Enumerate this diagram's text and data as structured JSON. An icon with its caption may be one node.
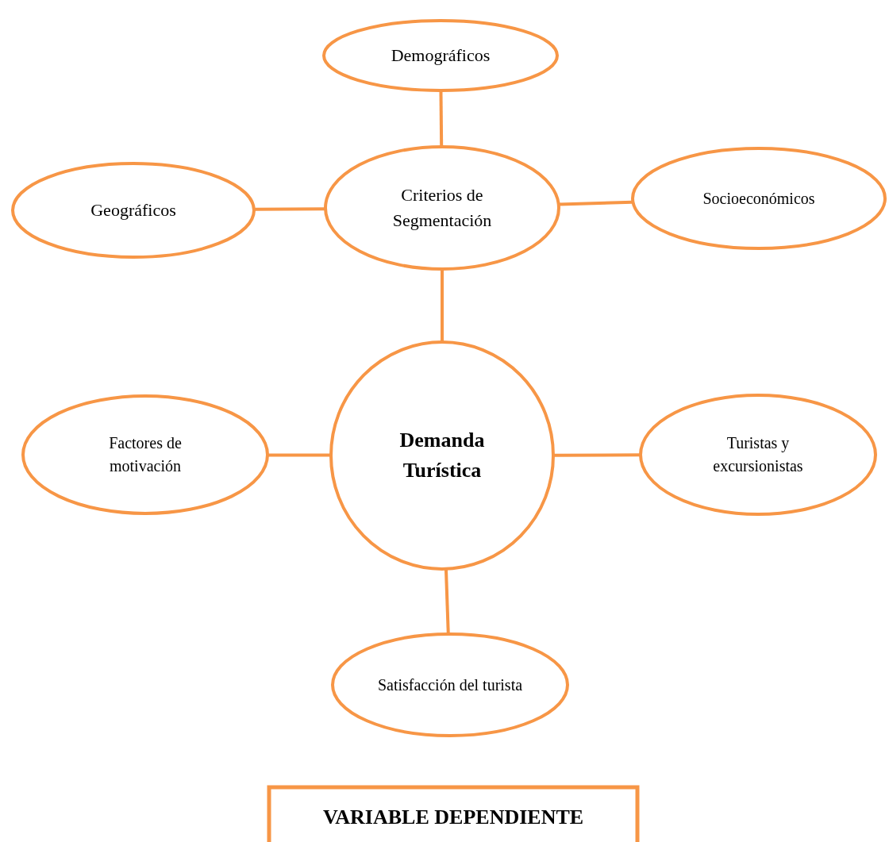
{
  "diagram": {
    "nodes": [
      {
        "text": [
          "Demográficos"
        ]
      },
      {
        "text": [
          "Geográficos"
        ]
      },
      {
        "text": [
          "Criterios de Segmentación"
        ]
      },
      {
        "text": [
          "Socioeconómicos"
        ]
      },
      {
        "text": [
          "Factores de motivación"
        ]
      },
      {
        "text": [
          "Demanda Turística"
        ]
      },
      {
        "text": [
          "Turistas y excursionistas"
        ]
      },
      {
        "text": [
          "Satisfacción del turista"
        ]
      },
      {
        "text": [
          "VARIABLE DEPENDIENTE"
        ]
      }
    ],
    "edges": [
      {
        "from": 0,
        "to": 2,
        "arrow": "none"
      },
      {
        "from": 1,
        "to": 2,
        "arrow": "none"
      },
      {
        "from": 2,
        "to": 3,
        "arrow": "none"
      },
      {
        "from": 2,
        "to": 5,
        "arrow": "none"
      },
      {
        "from": 4,
        "to": 5,
        "arrow": "none"
      },
      {
        "from": 5,
        "to": 6,
        "arrow": "none"
      },
      {
        "from": 5,
        "to": 7,
        "arrow": "none"
      }
    ]
  }
}
